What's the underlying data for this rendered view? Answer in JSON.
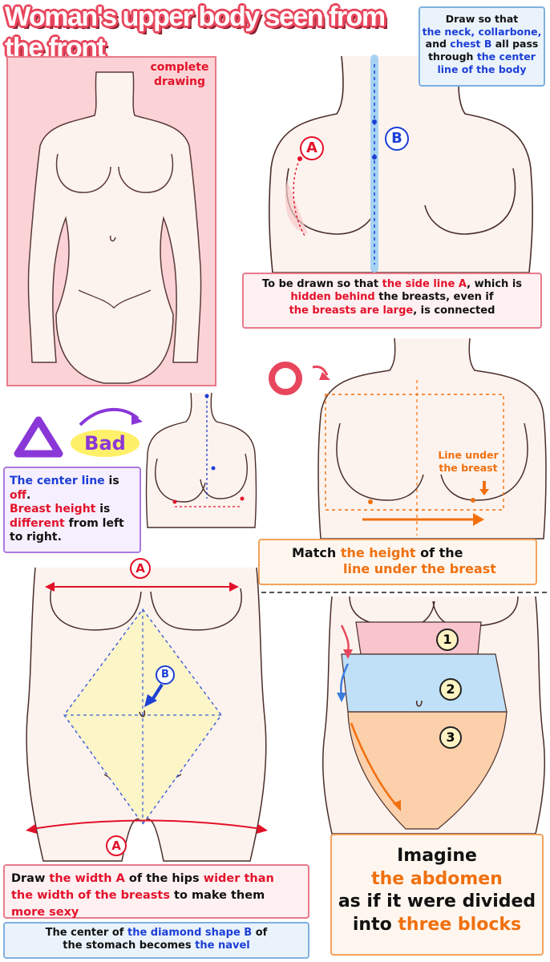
{
  "title": "Woman's upper body seen from the front",
  "panel_complete": {
    "label_line1": "complete",
    "label_line2": "drawing"
  },
  "note_center": {
    "l1a": "Draw so that",
    "l2": "the neck, collarbone,",
    "l3a": "and ",
    "l3b": "chest B",
    "l3c": " all pass",
    "l4a": "through ",
    "l4b": "the center",
    "l5": "line of the body"
  },
  "marker_a": "A",
  "marker_b": "B",
  "note_side": {
    "l1a": "To be drawn so that ",
    "l1b": "the side line A",
    "l1c": ", which is",
    "l2a": "hidden behind",
    "l2b": " the breasts, even if",
    "l3a": "the breasts are large",
    "l3b": ", is connected"
  },
  "bad": {
    "label": "Bad",
    "l1a": "The center line",
    "l1b": " is ",
    "l1c": "off",
    "l1d": ".",
    "l2": "Breast height",
    "l2b": " is",
    "l3": "different",
    "l3b": " from left",
    "l4": "to right."
  },
  "good": {
    "line_label1": "Line under",
    "line_label2": "the breast",
    "l1a": "Match ",
    "l1b": "the height",
    "l1c": " of the",
    "l2": "line under the breast"
  },
  "hips": {
    "marker_a_top": "A",
    "marker_b": "B",
    "marker_a_bottom": "A",
    "note1_l1a": "Draw ",
    "note1_l1b": "the width A",
    "note1_l1c": " of the hips ",
    "note1_l1d": "wider than",
    "note1_l2a": "the width of the breasts",
    "note1_l2b": " to make them ",
    "note1_l2c": "more sexy",
    "note2_l1a": "The center of ",
    "note2_l1b": "the diamond shape B",
    "note2_l1c": " of",
    "note2_l2a": "the stomach becomes ",
    "note2_l2b": "the navel"
  },
  "abdomen": {
    "n1": "1",
    "n2": "2",
    "n3": "3",
    "l1": "Imagine",
    "l2": "the abdomen",
    "l3": "as if it were divided",
    "l4a": "into ",
    "l4b": "three blocks"
  },
  "colors": {
    "pink_panel": "#fbd3d6",
    "skin": "#fdf3ee",
    "red": "#e3122a",
    "blue": "#1c3fd6",
    "orange": "#f0700f",
    "block1": "#f9c5cc",
    "block2": "#bfe0f6",
    "block3": "#fbd0ab",
    "diamond": "#fbf5c8"
  }
}
